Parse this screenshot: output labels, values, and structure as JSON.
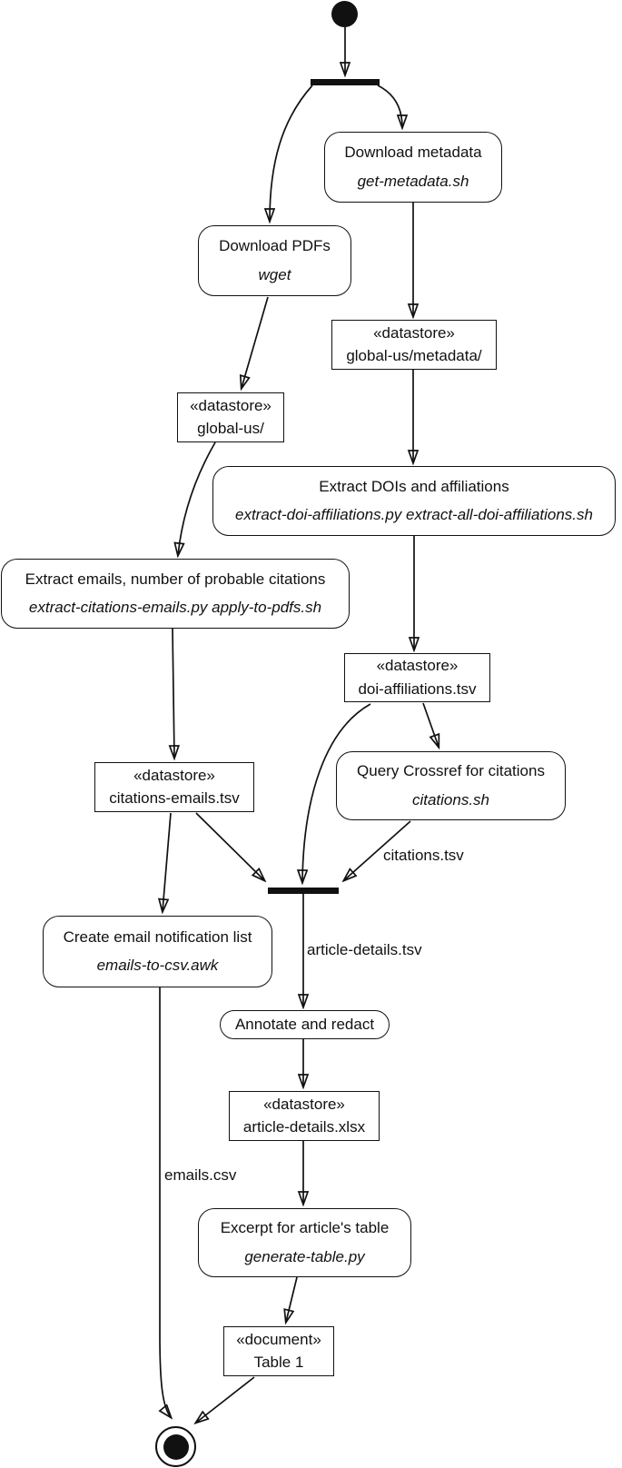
{
  "nodes": {
    "download_metadata": {
      "title": "Download metadata",
      "script": "get-metadata.sh"
    },
    "download_pdfs": {
      "title": "Download PDFs",
      "script": "wget"
    },
    "ds_global_us_metadata": {
      "stereotype": "«datastore»",
      "name": "global-us/metadata/"
    },
    "ds_global_us": {
      "stereotype": "«datastore»",
      "name": "global-us/"
    },
    "extract_dois": {
      "title": "Extract DOIs and affiliations",
      "script": "extract-doi-affiliations.py extract-all-doi-affiliations.sh"
    },
    "extract_emails": {
      "title": "Extract emails, number of probable citations",
      "script": "extract-citations-emails.py apply-to-pdfs.sh"
    },
    "ds_doi_affiliations": {
      "stereotype": "«datastore»",
      "name": "doi-affiliations.tsv"
    },
    "query_crossref": {
      "title": "Query Crossref for citations",
      "script": "citations.sh"
    },
    "ds_citations_emails": {
      "stereotype": "«datastore»",
      "name": "citations-emails.tsv"
    },
    "create_email_list": {
      "title": "Create email notification list",
      "script": "emails-to-csv.awk"
    },
    "annotate": {
      "title": "Annotate and redact"
    },
    "ds_article_details": {
      "stereotype": "«datastore»",
      "name": "article-details.xlsx"
    },
    "excerpt": {
      "title": "Excerpt for article's table",
      "script": "generate-table.py"
    },
    "doc_table1": {
      "stereotype": "«document»",
      "name": "Table 1"
    }
  },
  "edge_labels": {
    "citations_tsv": "citations.tsv",
    "article_details_tsv": "article-details.tsv",
    "emails_csv": "emails.csv"
  },
  "colors": {
    "stroke": "#111111",
    "background": "#ffffff"
  }
}
